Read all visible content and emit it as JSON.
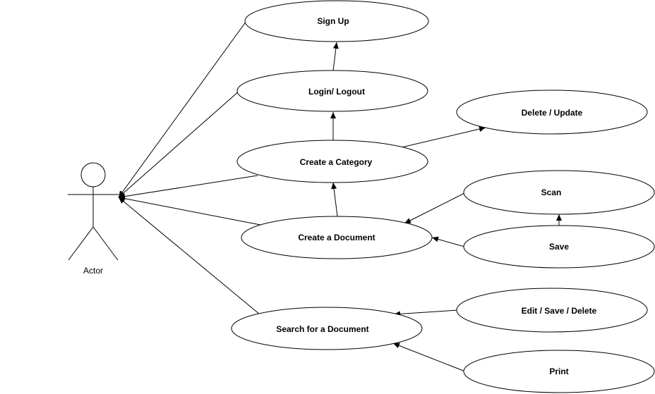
{
  "actor": {
    "label": "Actor"
  },
  "use_cases": [
    {
      "id": "sign-up",
      "label": "Sign Up"
    },
    {
      "id": "login-logout",
      "label": "Login/ Logout"
    },
    {
      "id": "delete-update",
      "label": "Delete / Update"
    },
    {
      "id": "create-category",
      "label": "Create a Category"
    },
    {
      "id": "scan",
      "label": "Scan"
    },
    {
      "id": "create-document",
      "label": "Create a Document"
    },
    {
      "id": "save",
      "label": "Save"
    },
    {
      "id": "edit-save-delete",
      "label": "Edit / Save / Delete"
    },
    {
      "id": "search-document",
      "label": "Search for a Document"
    },
    {
      "id": "print",
      "label": "Print"
    }
  ],
  "relationships": [
    {
      "from": "sign-up",
      "to": "actor",
      "arrow": "to"
    },
    {
      "from": "login-logout",
      "to": "actor",
      "arrow": "to"
    },
    {
      "from": "create-category",
      "to": "actor",
      "arrow": "to"
    },
    {
      "from": "create-document",
      "to": "actor",
      "arrow": "to"
    },
    {
      "from": "search-document",
      "to": "actor",
      "arrow": "to"
    },
    {
      "from": "login-logout",
      "to": "sign-up",
      "arrow": "to"
    },
    {
      "from": "create-category",
      "to": "login-logout",
      "arrow": "to"
    },
    {
      "from": "create-category",
      "to": "delete-update",
      "arrow": "to"
    },
    {
      "from": "create-document",
      "to": "create-category",
      "arrow": "to"
    },
    {
      "from": "scan",
      "to": "create-document",
      "arrow": "to"
    },
    {
      "from": "save",
      "to": "create-document",
      "arrow": "to"
    },
    {
      "from": "save",
      "to": "scan",
      "arrow": "to"
    },
    {
      "from": "edit-save-delete",
      "to": "search-document",
      "arrow": "to"
    },
    {
      "from": "print",
      "to": "search-document",
      "arrow": "to"
    }
  ]
}
